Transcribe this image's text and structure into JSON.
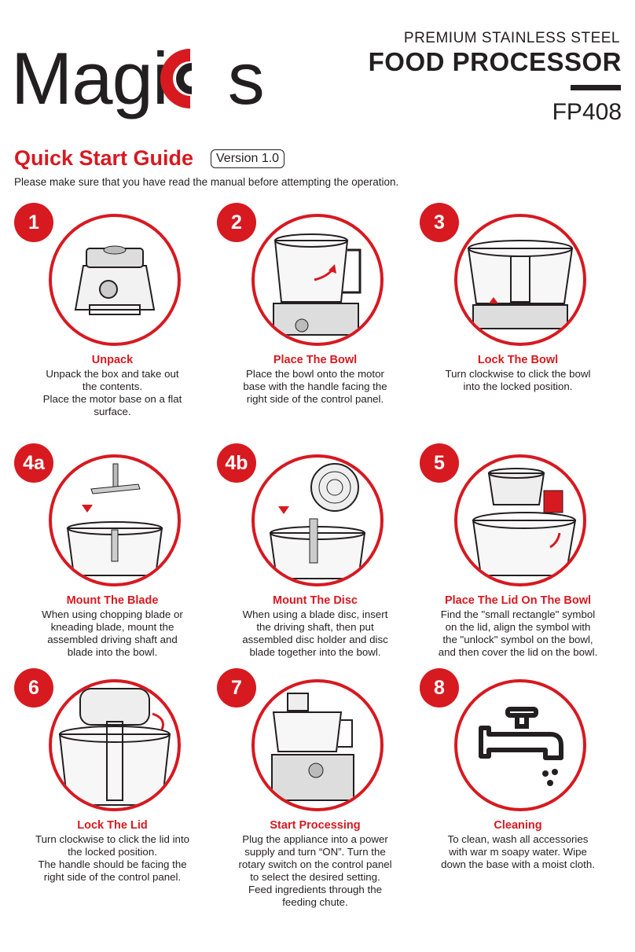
{
  "brand": {
    "logo_text": "Magicos",
    "product_line": "PREMIUM STAINLESS STEEL",
    "product_name": "FOOD PROCESSOR",
    "model": "FP408"
  },
  "guide": {
    "title": "Quick Start Guide",
    "version": "Version 1.0",
    "intro": "Please make sure that you have read the manual before attempting the operation."
  },
  "colors": {
    "accent": "#d71920",
    "ink": "#231f20"
  },
  "steps": [
    {
      "number": "1",
      "title": "Unpack",
      "icon": "motor-base-illustration",
      "lines": [
        "Unpack the box and take out",
        "the contents.",
        "Place the motor base on a flat",
        "surface."
      ]
    },
    {
      "number": "2",
      "title": "Place The Bowl",
      "icon": "bowl-on-base-illustration",
      "lines": [
        "Place the bowl onto the motor",
        "base with the handle facing the",
        "right side of the control panel."
      ]
    },
    {
      "number": "3",
      "title": "Lock The Bowl",
      "icon": "bowl-locking-illustration",
      "lines": [
        "Turn clockwise to click the bowl",
        "into the locked position."
      ]
    },
    {
      "number": "4a",
      "title": "Mount The Blade",
      "icon": "blade-mount-illustration",
      "lines": [
        "When using chopping blade or",
        "kneading blade, mount the",
        "assembled driving shaft and",
        "blade into the bowl."
      ]
    },
    {
      "number": "4b",
      "title": "Mount The Disc",
      "icon": "disc-mount-illustration",
      "lines": [
        "When using a blade disc, insert",
        "the driving shaft, then put",
        "assembled disc holder and disc",
        "blade together into the bowl."
      ]
    },
    {
      "number": "5",
      "title": "Place The Lid On The Bowl",
      "icon": "lid-placement-illustration",
      "lines": [
        "Find the \"small rectangle\" symbol",
        "on the lid, align the symbol with",
        "the \"unlock\" symbol on the bowl,",
        "and then cover the lid on the bowl."
      ]
    },
    {
      "number": "6",
      "title": "Lock The Lid",
      "icon": "lid-locking-illustration",
      "lines": [
        "Turn clockwise to click the lid into",
        "the locked position.",
        "The handle should be facing the",
        "right side of the control panel."
      ]
    },
    {
      "number": "7",
      "title": "Start Processing",
      "icon": "assembled-processor-illustration",
      "lines": [
        "Plug the appliance into a power",
        "supply and turn “ON”. Turn the",
        "rotary switch on the control panel",
        "to select the desired setting.",
        "Feed ingredients through the",
        "feeding chute."
      ]
    },
    {
      "number": "8",
      "title": "Cleaning",
      "icon": "faucet-icon",
      "lines": [
        "To clean, wash all accessories",
        "with war  m soapy water. Wipe",
        "down the base with a moist cloth."
      ]
    }
  ]
}
